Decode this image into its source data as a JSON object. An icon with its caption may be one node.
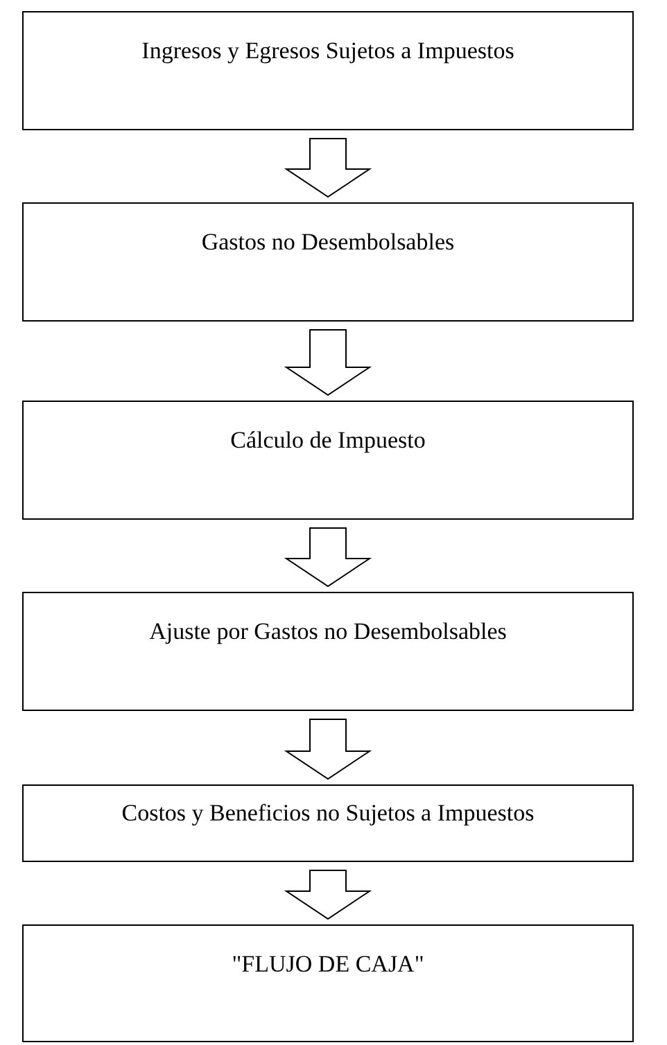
{
  "diagram": {
    "nodes": [
      {
        "text": [
          "Ingresos y Egresos Sujetos a Impuestos"
        ]
      },
      {
        "text": [
          "Gastos no Desembolsables"
        ]
      },
      {
        "text": [
          "Cálculo de Impuesto"
        ]
      },
      {
        "text": [
          "Ajuste por Gastos no Desembolsables"
        ]
      },
      {
        "text": [
          "Costos y Beneficios no Sujetos a Impuestos"
        ]
      },
      {
        "text": [
          "\"FLUJO DE CAJA\""
        ]
      }
    ],
    "edges": [
      {
        "from": 0,
        "to": 1,
        "arrow": "to"
      },
      {
        "from": 1,
        "to": 2,
        "arrow": "to"
      },
      {
        "from": 2,
        "to": 3,
        "arrow": "to"
      },
      {
        "from": 3,
        "to": 4,
        "arrow": "to"
      },
      {
        "from": 4,
        "to": 5,
        "arrow": "to"
      }
    ]
  }
}
